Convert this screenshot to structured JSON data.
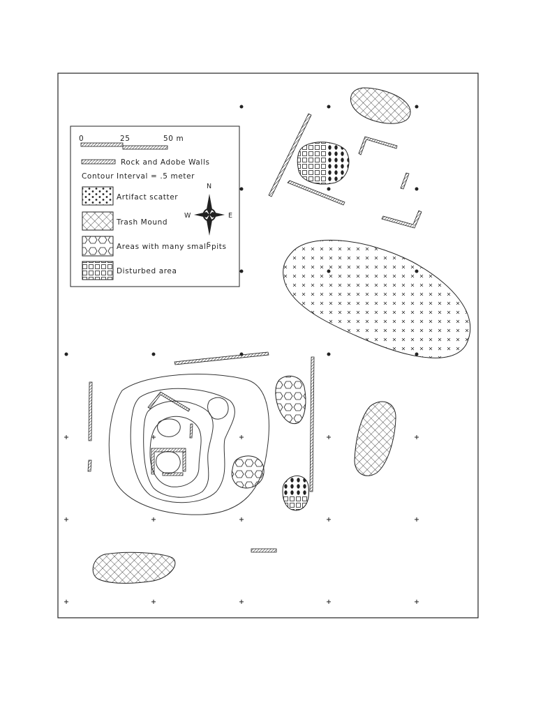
{
  "legend": {
    "scale": {
      "tick_0": "0",
      "tick_25": "25",
      "tick_50": "50 m"
    },
    "walls_label": "Rock and Adobe Walls",
    "contour_label": "Contour Interval = .5 meter",
    "items": [
      {
        "label": "Artifact scatter",
        "pattern": "dots"
      },
      {
        "label": "Trash Mound",
        "pattern": "crosshatch"
      },
      {
        "label": "Areas with many small pits",
        "pattern": "hexagons"
      },
      {
        "label": "Disturbed area",
        "pattern": "squares"
      }
    ]
  },
  "compass": {
    "north": "N",
    "south": "S",
    "east": "E",
    "west": "W"
  },
  "colors": {
    "ink": "#222222",
    "background": "#ffffff"
  }
}
